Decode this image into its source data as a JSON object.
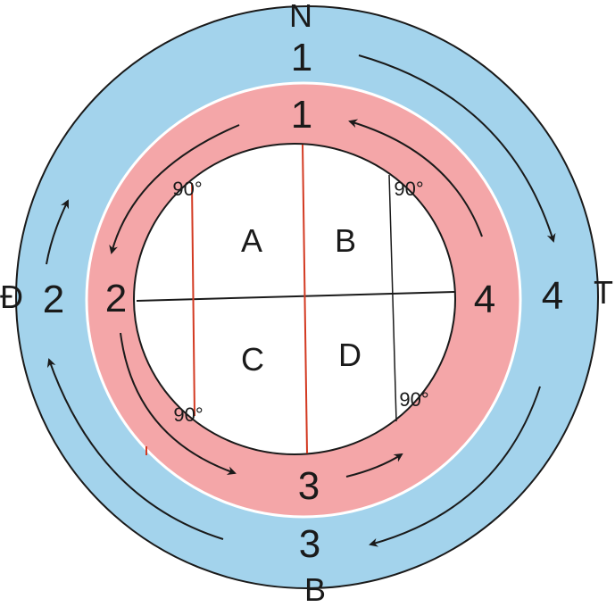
{
  "colors": {
    "outer_ring": "#a3d3ec",
    "inner_ring": "#f4a6a8",
    "red_line": "#d33a22",
    "outline": "#1a1a1a",
    "arrow": "#1a1a1a"
  },
  "directions": {
    "north": "N",
    "west": "Đ",
    "east": "T",
    "south": "B"
  },
  "outer_numbers": {
    "top": "1",
    "left": "2",
    "bottom": "3",
    "right": "4"
  },
  "inner_numbers": {
    "top": "1",
    "left": "2",
    "bottom": "3",
    "right": "4"
  },
  "quadrants": {
    "a": "A",
    "b": "B",
    "c": "C",
    "d": "D"
  },
  "angles": {
    "top_left": "90°",
    "top_right": "90°",
    "bottom_left": "90°",
    "bottom_right": "90°"
  }
}
